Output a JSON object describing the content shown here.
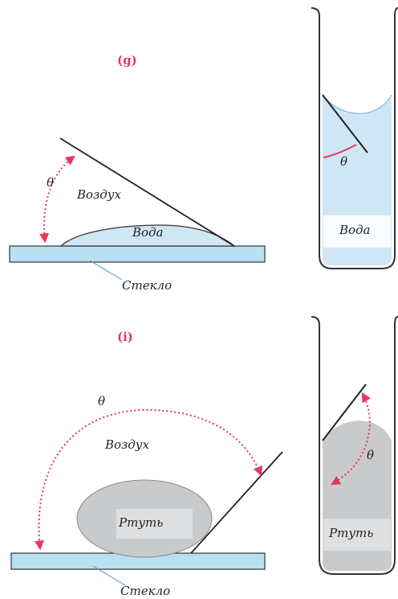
{
  "colors": {
    "accent": "#e8355e",
    "glass": "#b8dff2",
    "water": "#cfe6f5",
    "mercury": "#c9cacc",
    "outline": "#333333"
  },
  "panels": {
    "g": {
      "label": "(g)",
      "angle": "θ",
      "air": "Воздух",
      "liquid": "Вода",
      "substrate": "Стекло"
    },
    "tube_water": {
      "angle": "θ",
      "liquid": "Вода"
    },
    "i": {
      "label": "(i)",
      "angle": "θ",
      "air": "Воздух",
      "liquid": "Ртуть",
      "substrate": "Стекло"
    },
    "tube_mercury": {
      "angle": "θ",
      "liquid": "Ртуть"
    }
  }
}
